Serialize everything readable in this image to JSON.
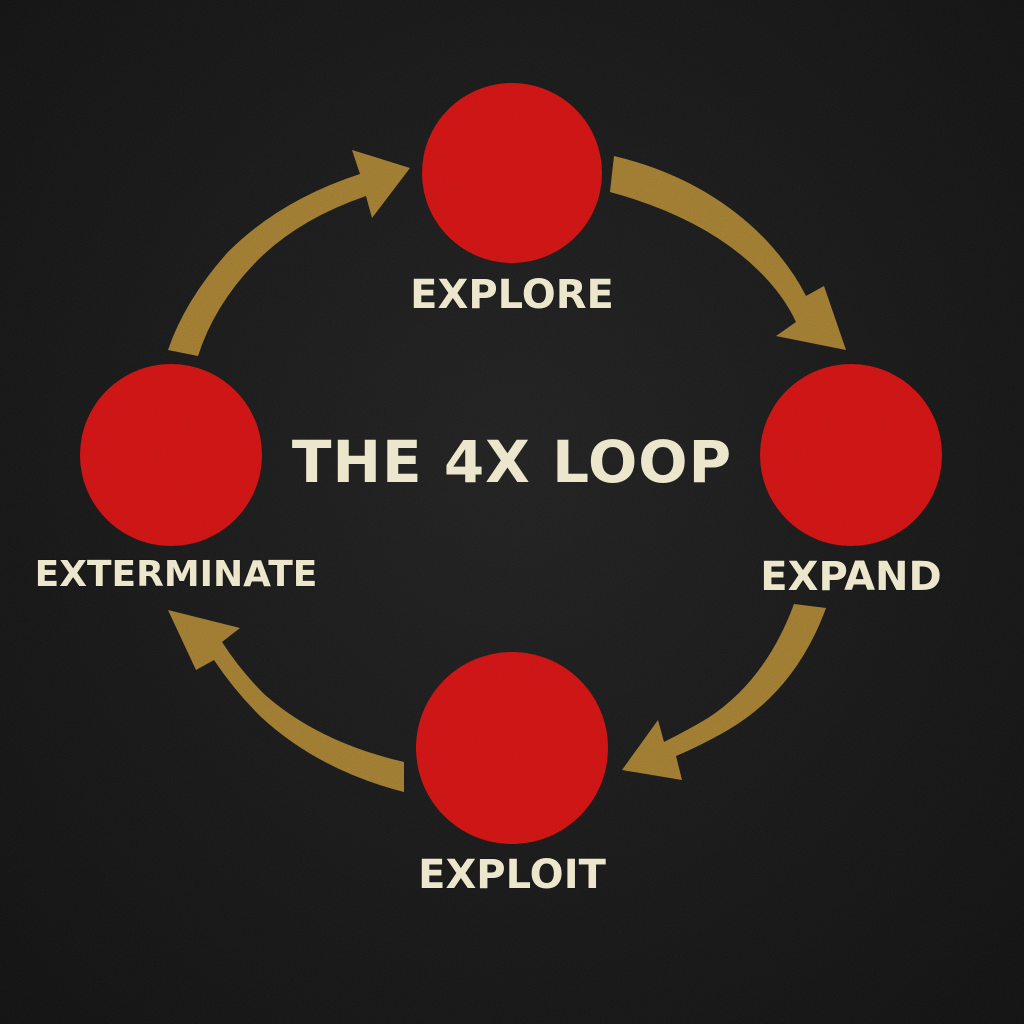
{
  "diagram": {
    "title": "THE 4X LOOP",
    "stages": [
      {
        "id": "explore",
        "label": "EXPLORE"
      },
      {
        "id": "expand",
        "label": "EXPAND"
      },
      {
        "id": "exploit",
        "label": "EXPLOIT"
      },
      {
        "id": "exterminate",
        "label": "EXTERMINATE"
      }
    ],
    "flow": [
      "explore",
      "expand",
      "exploit",
      "exterminate",
      "explore"
    ]
  },
  "colors": {
    "background": "#151515",
    "node_fill": "#e01f1a",
    "arrow_fill": "#b08a3a",
    "text": "#ece6cc"
  }
}
